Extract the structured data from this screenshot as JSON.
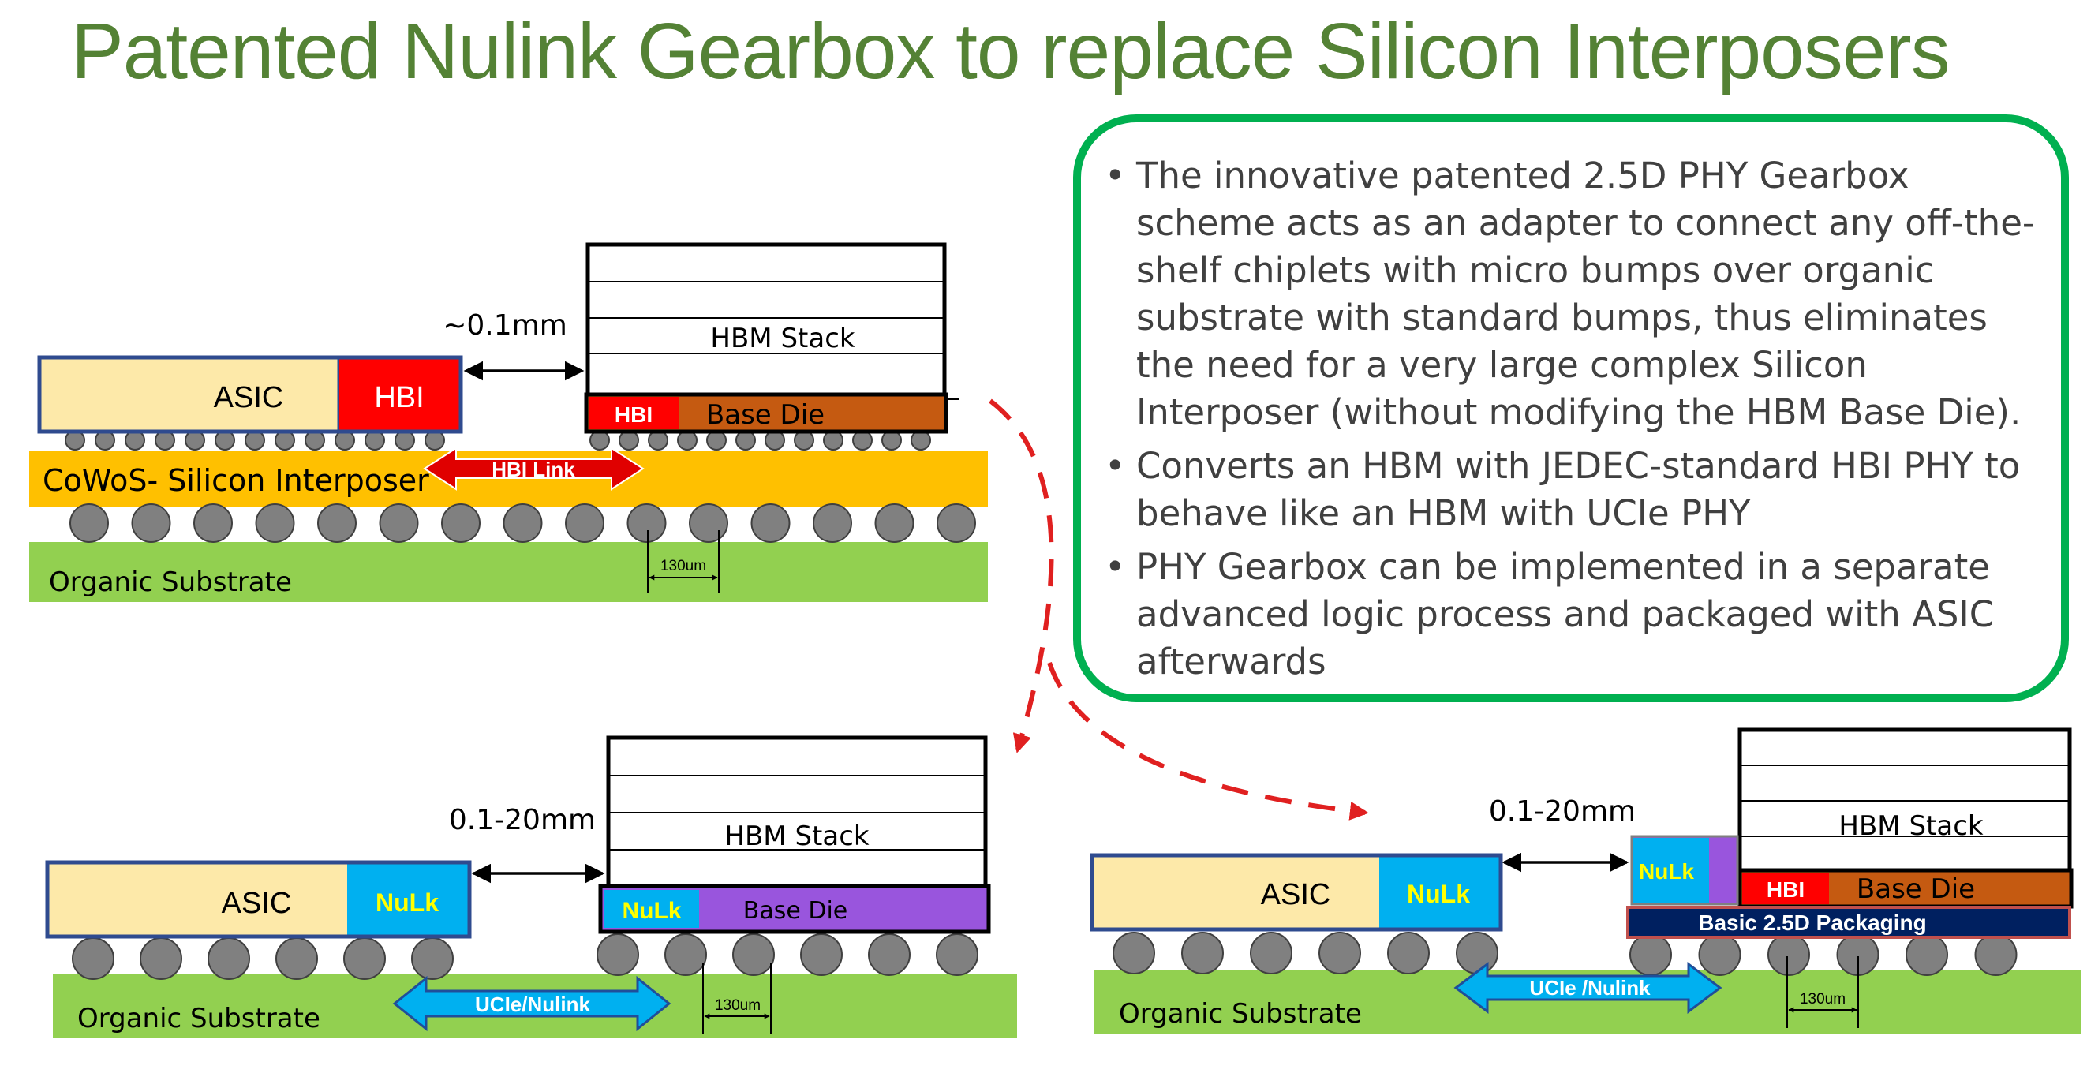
{
  "title": "Patented Nulink Gearbox to replace Silicon Interposers",
  "colors": {
    "title": "#548235",
    "box_border": "#00b050",
    "asic_fill": "#fde9a9",
    "hbi_red": "#ff0000",
    "nulk_blue": "#00b0f0",
    "nulk_purple": "#9955dd",
    "base_die_orange": "#c55a11",
    "interposer_yellow": "#ffc000",
    "substrate_green": "#92d050",
    "bump_gray": "#808080",
    "packaging_navy": "#002060",
    "arrow_dashed_red": "#e02020"
  },
  "bullets": [
    "The innovative patented 2.5D PHY Gearbox scheme acts as an adapter to connect any off-the-shelf chiplets with micro bumps over organic substrate with standard bumps, thus eliminates the need for a very large complex Silicon Interposer (without modifying the HBM Base Die).",
    "Converts an HBM with JEDEC-standard HBI PHY to behave like an HBM with UCIe PHY",
    "PHY Gearbox can be implemented in a separate advanced logic process and packaged with ASIC afterwards"
  ],
  "diagram_top": {
    "asic": "ASIC",
    "hbi": "HBI",
    "hbm_stack": "HBM Stack",
    "hbi_small": "HBI",
    "base_die": "Base Die",
    "interposer": "CoWoS- Silicon Interposer",
    "hbi_link": "HBI Link",
    "distance": "~0.1mm",
    "substrate": "Organic Substrate",
    "pitch": "130um"
  },
  "diagram_bottom_left": {
    "asic": "ASIC",
    "nulk": "NuLk",
    "hbm_stack": "HBM Stack",
    "nulk_small": "NuLk",
    "base_die": "Base Die",
    "distance": "0.1-20mm",
    "link": "UCIe/Nulink",
    "substrate": "Organic Substrate",
    "pitch": "130um"
  },
  "diagram_bottom_right": {
    "asic": "ASIC",
    "nulk": "NuLk",
    "hbm_stack": "HBM Stack",
    "nulk_small": "NuLk",
    "hbi": "HBI",
    "base_die": "Base Die",
    "packaging": "Basic 2.5D Packaging",
    "distance": "0.1-20mm",
    "link": "UCIe /Nulink",
    "substrate": "Organic Substrate",
    "pitch": "130um"
  }
}
